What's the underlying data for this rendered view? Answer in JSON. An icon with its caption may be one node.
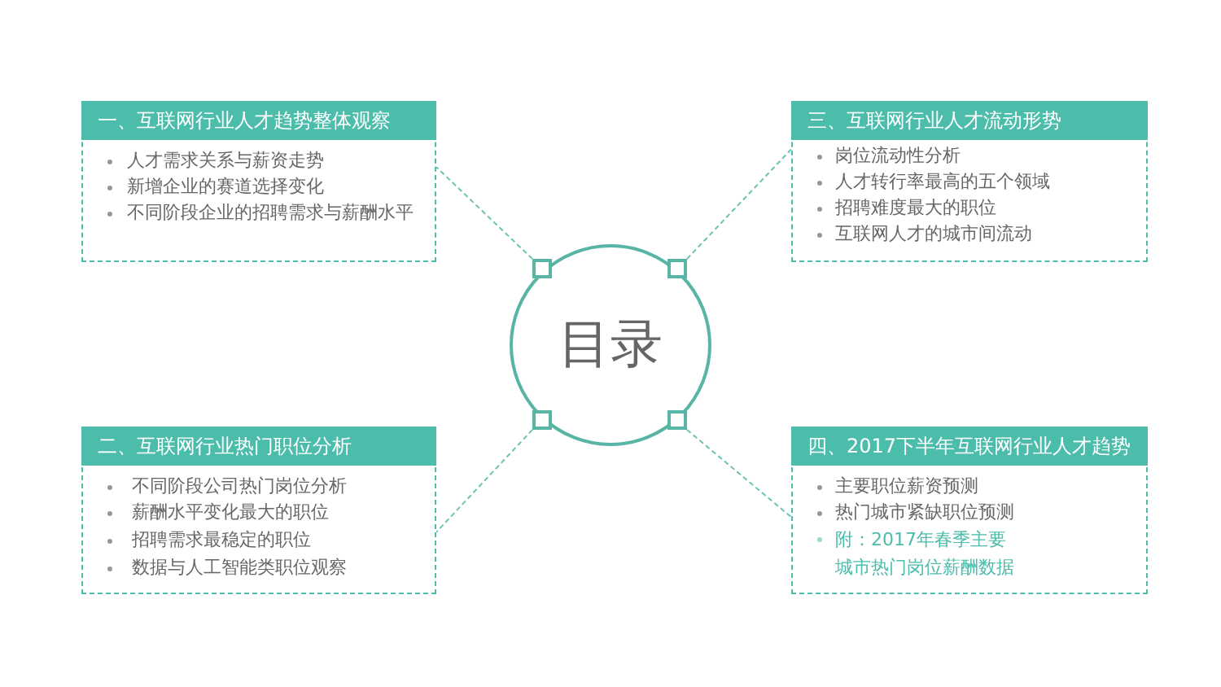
{
  "diagram": {
    "nodes": [
      {
        "text": [
          "一、互联网行业人才趋势整体观察",
          "人才需求关系与薪资走势",
          "新增企业的赛道选择变化",
          "不同阶段企业的招聘需求与薪酬水平"
        ]
      },
      {
        "text": [
          "三、互联网行业人才流动形势",
          "岗位流动性分析",
          "人才转行率最高的五个领域",
          "招聘难度最大的职位",
          "互联网人才的城市间流动"
        ]
      },
      {
        "text": [
          "目录"
        ]
      },
      {
        "text": [
          "二、互联网行业热门职位分析",
          "不同阶段公司热门岗位分析",
          "薪酬水平变化最大的职位",
          "招聘需求最稳定的职位",
          "数据与人工智能类职位观察"
        ]
      },
      {
        "text": [
          "四、2017下半年互联网行业人才趋势",
          "主要职位薪资预测",
          "热门城市紧缺职位预测",
          "附：2017年春季主要城市热门岗位薪酬数据"
        ]
      },
      {
        "text": [],
        "shape": "box",
        "in": 2
      },
      {
        "text": [],
        "shape": "box",
        "in": 2
      },
      {
        "text": [],
        "shape": "box",
        "in": 2
      },
      {
        "text": [],
        "shape": "box",
        "in": 2
      }
    ],
    "edges": [
      {
        "from": 5,
        "to": 0,
        "arrow": "none",
        "style": "dashed"
      },
      {
        "from": 6,
        "to": 1,
        "arrow": "none",
        "style": "dashed"
      },
      {
        "from": 7,
        "to": 3,
        "arrow": "none",
        "style": "dashed"
      },
      {
        "from": 8,
        "to": 4,
        "arrow": "none",
        "style": "dashed"
      }
    ]
  }
}
